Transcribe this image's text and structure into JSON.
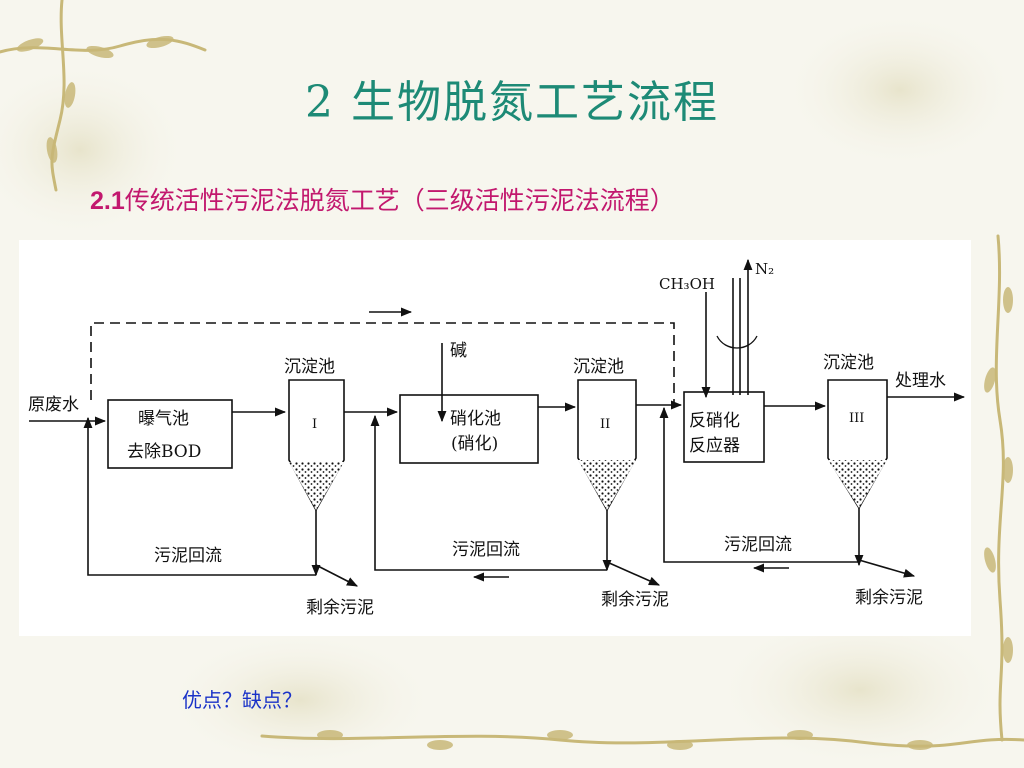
{
  "slide": {
    "title": "2  生物脱氮工艺流程",
    "subtitle_prefix": "2.1",
    "subtitle_text": "传统活性污泥法脱氮工艺（三级活性污泥法流程）",
    "question": "优点？缺点？",
    "colors": {
      "title": "#1d8a76",
      "subtitle": "#c2186e",
      "question": "#1a32c8"
    }
  },
  "diagram": {
    "inlet": "原废水",
    "aeration_line1": "曝气池",
    "aeration_line2": "去除BOD",
    "clarifier_label": "沉淀池",
    "clarifier_1": "I",
    "clarifier_2": "II",
    "clarifier_3": "III",
    "alkali": "碱",
    "nitrif_line1": "硝化池",
    "nitrif_line2": "(硝化)",
    "methanol": "CH₃OH",
    "nitrogen": "N₂",
    "denit_line1": "反硝化",
    "denit_line2": "反应器",
    "outlet": "处理水",
    "sludge_return": "污泥回流",
    "excess_sludge": "剩余污泥"
  }
}
